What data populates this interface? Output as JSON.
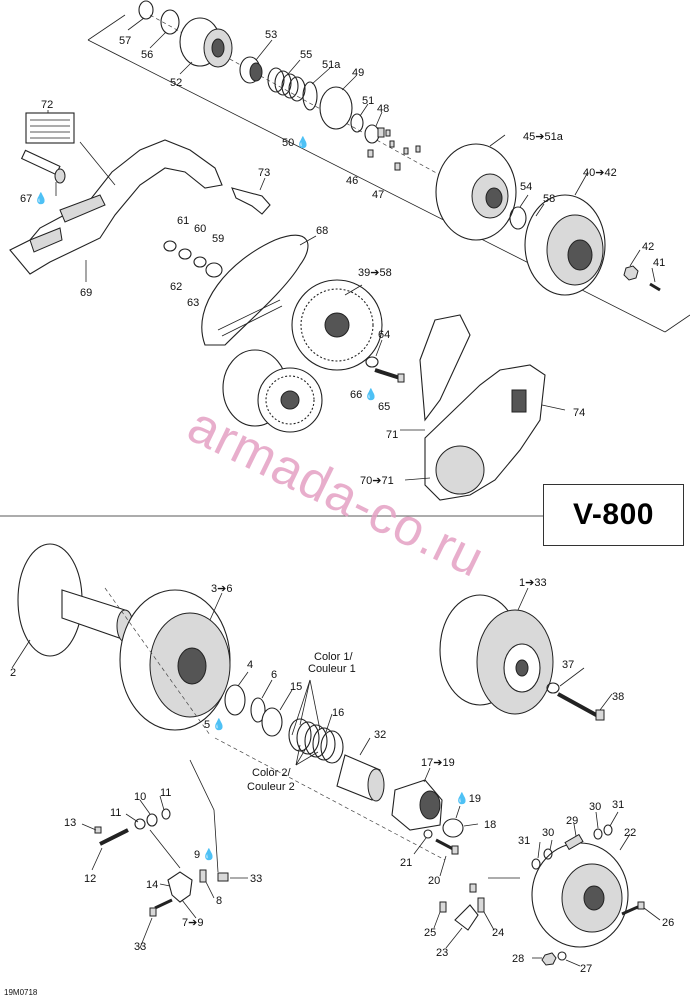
{
  "title": "V-800",
  "watermark": "armada-co.ru",
  "drawing_code": "19M0718",
  "labels": {
    "l57": "57",
    "l56": "56",
    "l52": "52",
    "l53": "53",
    "l55": "55",
    "l51a": "51a",
    "l49": "49",
    "l51": "51",
    "l48": "48",
    "l50": "50",
    "l72": "72",
    "l67": "67",
    "l46": "46",
    "l47": "47",
    "l45_51a": "45➔51a",
    "l40_42": "40➔42",
    "l54": "54",
    "l58": "58",
    "l73": "73",
    "l69": "69",
    "l61": "61",
    "l60": "60",
    "l59": "59",
    "l62": "62",
    "l63": "63",
    "l68": "68",
    "l39_58": "39➔58",
    "l42": "42",
    "l41": "41",
    "l64": "64",
    "l66": "66",
    "l65": "65",
    "l74": "74",
    "l71": "71",
    "l70_71": "70➔71",
    "l3_6": "3➔6",
    "l1_33": "1➔33",
    "l2": "2",
    "l4": "4",
    "l6": "6",
    "l15": "15",
    "l5": "5",
    "l16": "16",
    "l37": "37",
    "l38": "38",
    "color1": "Color 1/",
    "couleur1": "Couleur 1",
    "color2": "Color 2/",
    "couleur2": "Couleur 2",
    "l32": "32",
    "l17_19": "17➔19",
    "l19": "19",
    "l18": "18",
    "l10": "10",
    "l11a": "11",
    "l11b": "11",
    "l13": "13",
    "l12": "12",
    "l9": "9",
    "l33a": "33",
    "l8": "8",
    "l14": "14",
    "l7_9": "7➔9",
    "l33b": "33",
    "l21": "21",
    "l20": "20",
    "l31a": "31",
    "l30a": "30",
    "l29": "29",
    "l30b": "30",
    "l31b": "31",
    "l22": "22",
    "l26": "26",
    "l25": "25",
    "l24": "24",
    "l23": "23",
    "l28": "28",
    "l27": "27"
  }
}
